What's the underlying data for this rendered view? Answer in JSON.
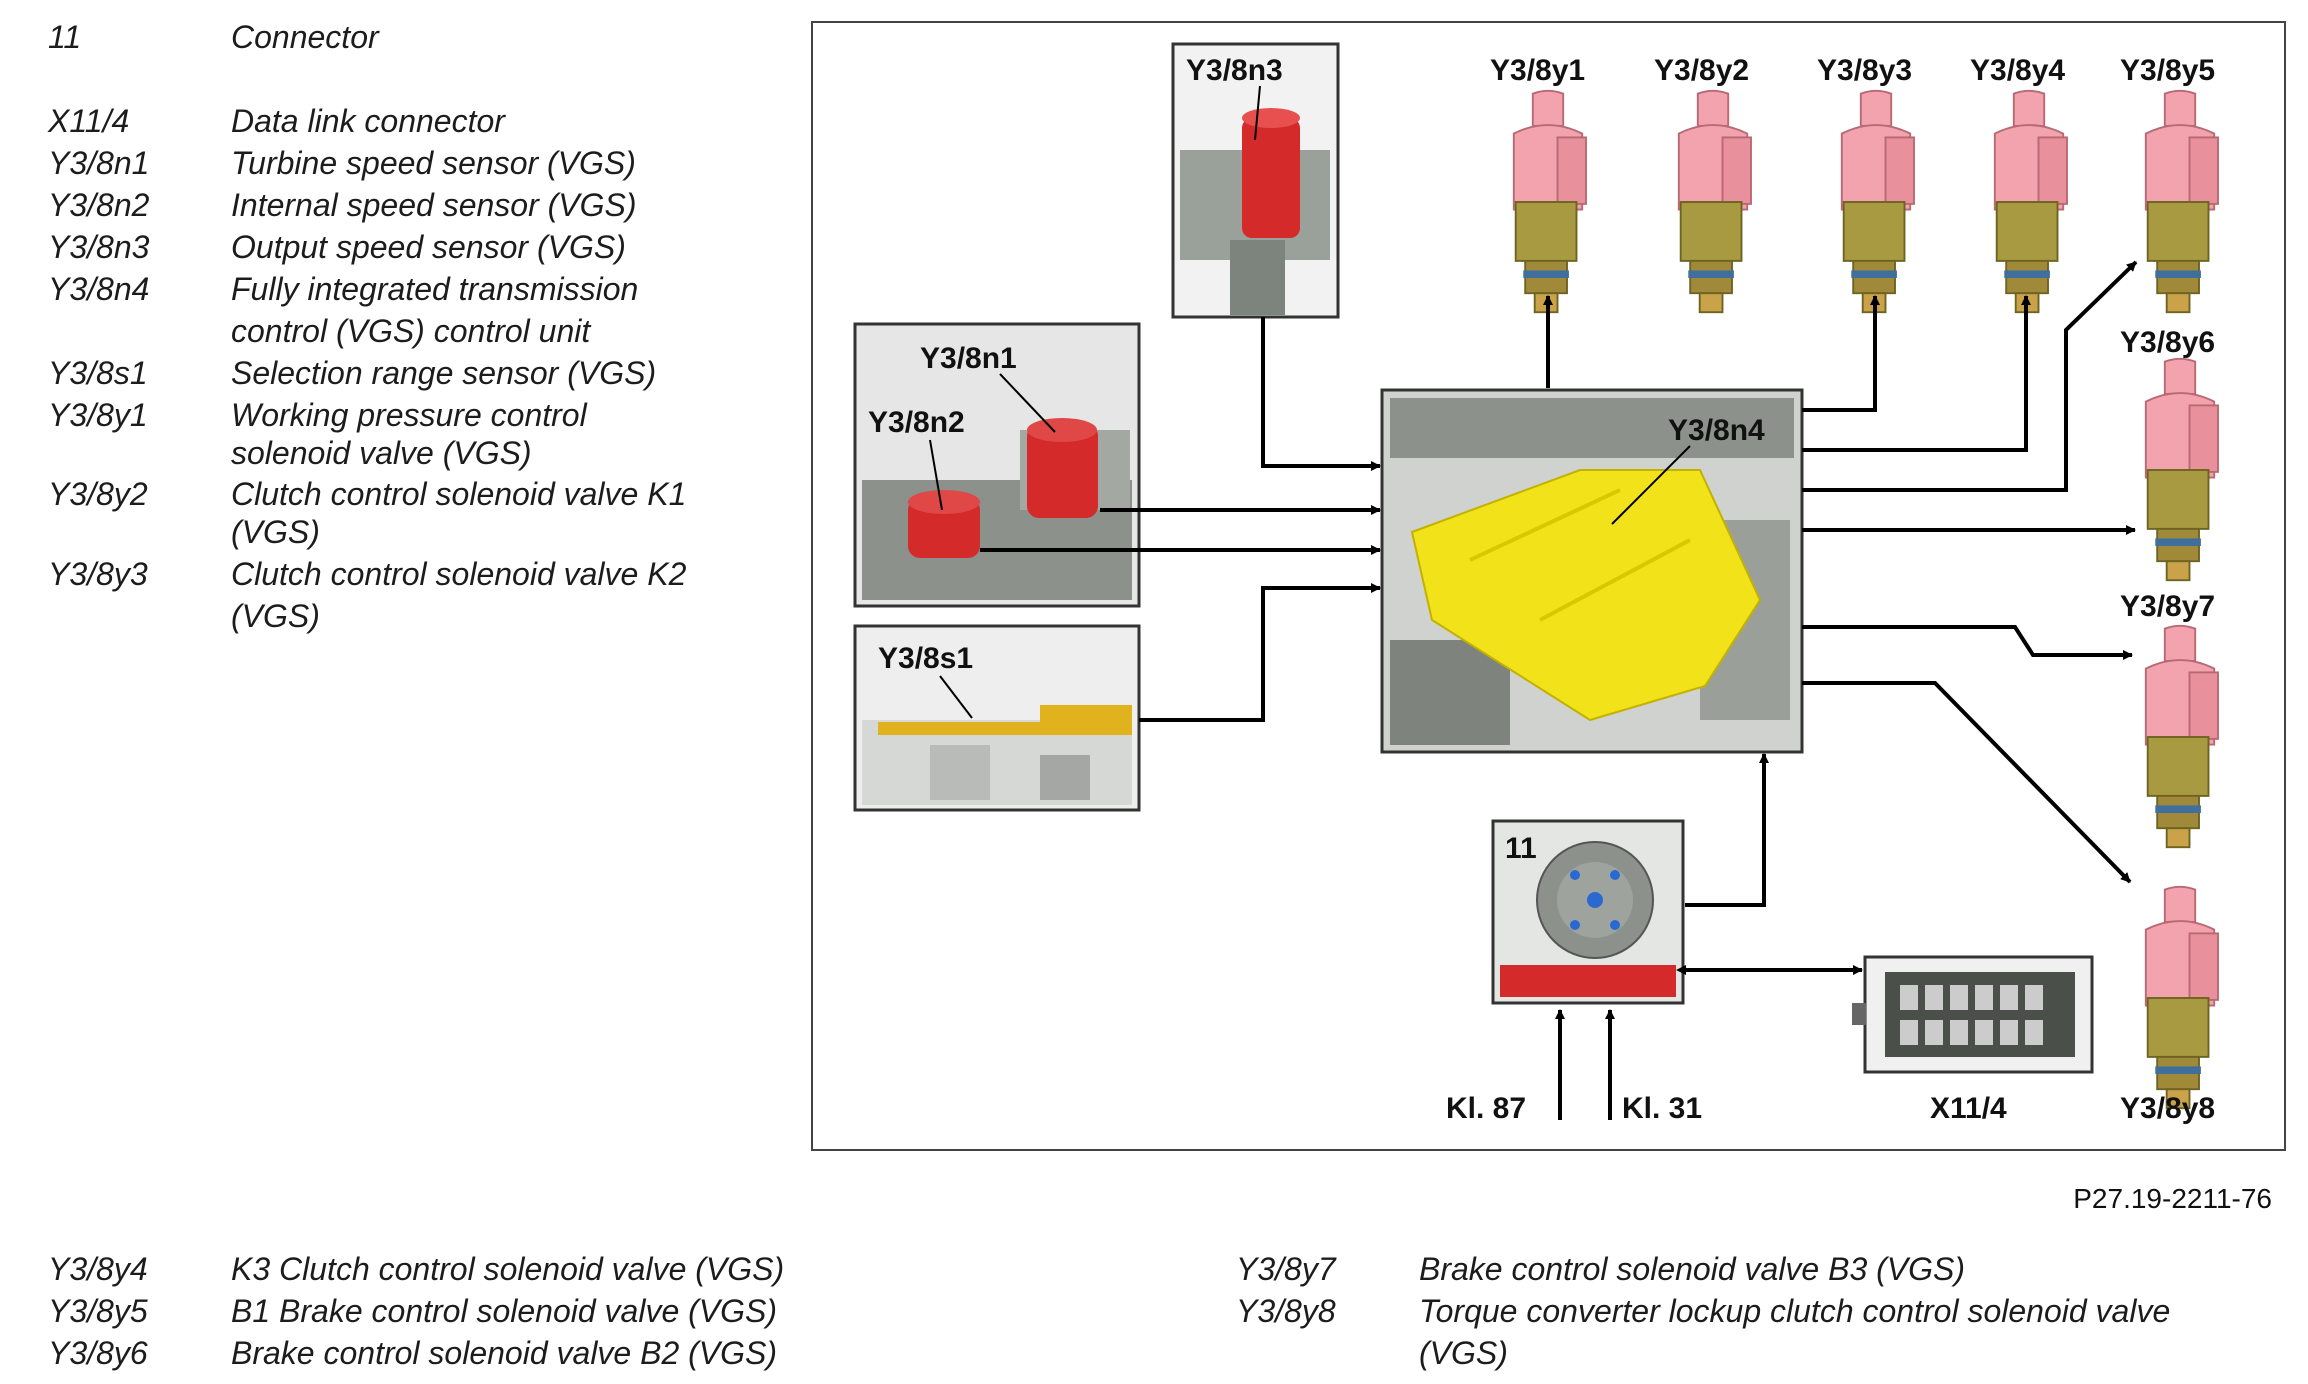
{
  "legend_top": [
    {
      "code": "11",
      "desc": [
        "Connector"
      ]
    },
    {
      "code": "X11/4",
      "desc": [
        "Data link connector"
      ]
    },
    {
      "code": "Y3/8n1",
      "desc": [
        "Turbine speed sensor (VGS)"
      ]
    },
    {
      "code": "Y3/8n2",
      "desc": [
        "Internal speed sensor (VGS)"
      ]
    },
    {
      "code": "Y3/8n3",
      "desc": [
        "Output speed sensor (VGS)"
      ]
    },
    {
      "code": "Y3/8n4",
      "desc": [
        "Fully integrated transmission",
        "control (VGS) control unit"
      ]
    },
    {
      "code": "Y3/8s1",
      "desc": [
        "Selection range sensor (VGS)"
      ]
    },
    {
      "code": "Y3/8y1",
      "desc": [
        "Working pressure control",
        "solenoid valve (VGS)"
      ]
    },
    {
      "code": "Y3/8y2",
      "desc": [
        "Clutch control solenoid valve K1",
        "(VGS)"
      ]
    },
    {
      "code": "Y3/8y3",
      "desc": [
        "Clutch control solenoid valve K2",
        "(VGS)"
      ]
    }
  ],
  "legend_bottom_left": [
    {
      "code": "Y3/8y4",
      "desc": [
        "K3 Clutch control solenoid valve (VGS)"
      ]
    },
    {
      "code": "Y3/8y5",
      "desc": [
        "B1 Brake control solenoid valve (VGS)"
      ]
    },
    {
      "code": "Y3/8y6",
      "desc": [
        "Brake control solenoid valve B2 (VGS)"
      ]
    }
  ],
  "legend_bottom_right": [
    {
      "code": "Y3/8y7",
      "desc": [
        "Brake control solenoid valve B3 (VGS)"
      ]
    },
    {
      "code": "Y3/8y8",
      "desc": [
        "Torque converter lockup clutch control solenoid valve",
        "(VGS)"
      ]
    }
  ],
  "diagram": {
    "labels": {
      "n3": "Y3/8n3",
      "n1": "Y3/8n1",
      "n2": "Y3/8n2",
      "s1": "Y3/8s1",
      "n4": "Y3/8n4",
      "y1": "Y3/8y1",
      "y2": "Y3/8y2",
      "y3": "Y3/8y3",
      "y4": "Y3/8y4",
      "y5": "Y3/8y5",
      "y6": "Y3/8y6",
      "y7": "Y3/8y7",
      "y8": "Y3/8y8",
      "connector": "11",
      "kl87": "Kl. 87",
      "kl31": "Kl. 31",
      "x114": "X11/4"
    },
    "reference": "P27.19-2211-76"
  },
  "colors": {
    "sensor_red": "#d42a2a",
    "control_unit_yellow": "#f2e21a",
    "valve_pink": "#f2a3ad",
    "valve_olive": "#a89a40",
    "housing_gray": "#8c918c"
  }
}
